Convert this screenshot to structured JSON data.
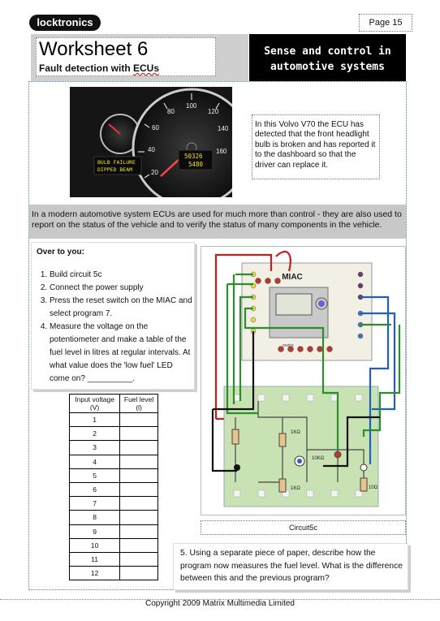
{
  "logo": "locktronics",
  "page": "Page 15",
  "header": {
    "title": "Worksheet 6",
    "subtitle_prefix": "Fault detection with ",
    "subtitle_ecus": "ECUs",
    "right_line1": "Sense and control in",
    "right_line2": "automotive systems"
  },
  "photo": {
    "dash_line1": "BULB FAILURE",
    "dash_line2": "DIPPED BEAM",
    "odo1": "50326",
    "odo2": "5480",
    "speed_labels": [
      "20",
      "40",
      "60",
      "80",
      "100",
      "120",
      "140",
      "160"
    ]
  },
  "caption": "In this Volvo V70 the ECU has detected that the front headlight bulb is broken and has reported it to the dashboard so that the driver can replace it.",
  "band": "In a modern automotive system ECUs are used for much more than control - they are also used to report on the status of the vehicle and to verify the status of many components in the vehicle.",
  "over": {
    "heading": "Over to you:",
    "steps": [
      "Build circuit 5c",
      "Connect the power supply",
      "Press the reset switch on the MIAC and select program 7.",
      "Measure the voltage on the potentiometer and make a table of the fuel level in litres at regular intervals. At what value does the 'low fuel' LED come on? __________."
    ]
  },
  "table": {
    "col1_line1": "Input voltage",
    "col1_line2": "(V)",
    "col2_line1": "Fuel level",
    "col2_line2": "(l)",
    "rows": [
      "1",
      "2",
      "3",
      "4",
      "5",
      "6",
      "7",
      "8",
      "9",
      "10",
      "11",
      "12"
    ]
  },
  "circuit": {
    "miac": "MIAC",
    "matrix": "matrix",
    "r1": "1KΩ",
    "r2": "10KΩ",
    "r3": "1KΩ",
    "r4": "10Ω",
    "caption": "Circuit5c"
  },
  "q5": "5. Using a separate piece of paper, describe how the program now measures the fuel level. What is the difference between this and the previous program?",
  "footer": "Copyright 2009 Matrix Multimedia Limited"
}
